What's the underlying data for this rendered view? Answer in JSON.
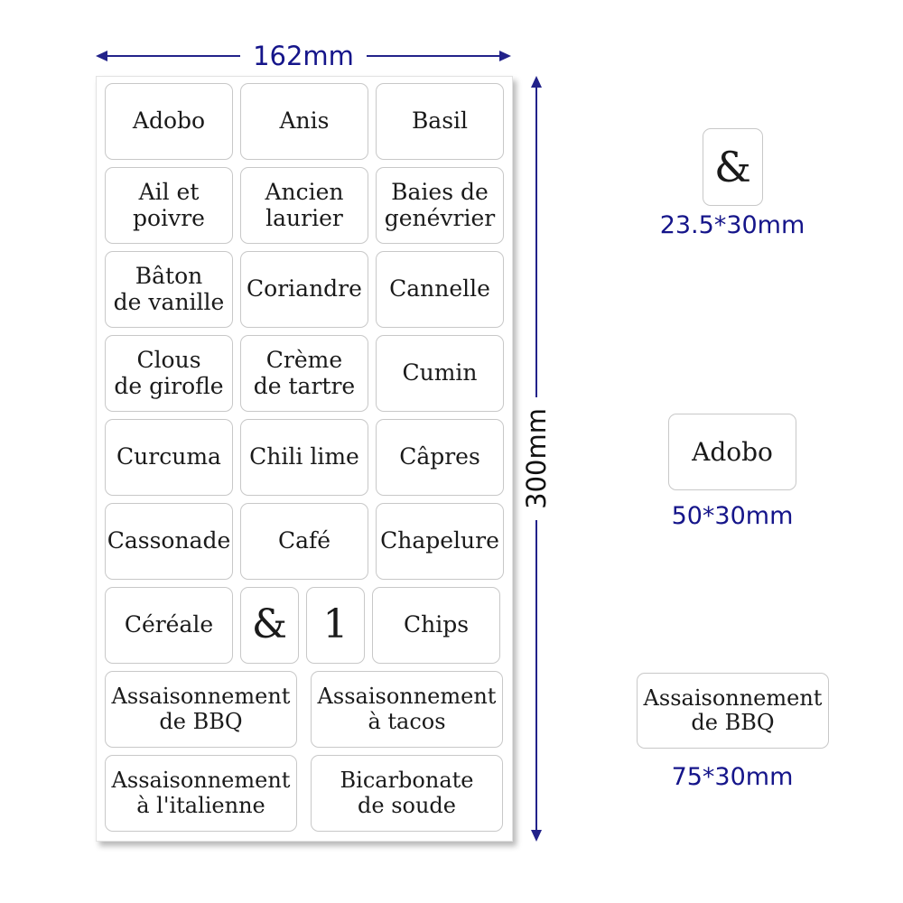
{
  "colors": {
    "dimension_accent": "#22228a",
    "width_text": "#15158a",
    "height_text": "#111111",
    "label_text": "#1a1a1a",
    "label_border": "#c8c8c8",
    "sheet_background": "#ffffff"
  },
  "dimensions": {
    "width": "162mm",
    "height": "300mm"
  },
  "sheet": {
    "rows": [
      {
        "cells": [
          {
            "text": "Adobo"
          },
          {
            "text": "Anis"
          },
          {
            "text": "Basil"
          }
        ]
      },
      {
        "cells": [
          {
            "text": "Ail et\npoivre"
          },
          {
            "text": "Ancien\nlaurier"
          },
          {
            "text": "Baies de\ngenévrier"
          }
        ]
      },
      {
        "cells": [
          {
            "text": "Bâton\nde vanille"
          },
          {
            "text": "Coriandre"
          },
          {
            "text": "Cannelle"
          }
        ]
      },
      {
        "cells": [
          {
            "text": "Clous\nde girofle"
          },
          {
            "text": "Crème\nde tartre"
          },
          {
            "text": "Cumin"
          }
        ]
      },
      {
        "cells": [
          {
            "text": "Curcuma"
          },
          {
            "text": "Chili lime"
          },
          {
            "text": "Câpres"
          }
        ]
      },
      {
        "cells": [
          {
            "text": "Cassonade"
          },
          {
            "text": "Café"
          },
          {
            "text": "Chapelure"
          }
        ]
      },
      {
        "cells": [
          {
            "text": "Céréale"
          },
          {
            "text": "&"
          },
          {
            "text": "1"
          },
          {
            "text": "Chips"
          }
        ]
      },
      {
        "cells": [
          {
            "text": "Assaisonnement\nde BBQ"
          },
          {
            "text": "Assaisonnement\nà tacos"
          }
        ]
      },
      {
        "cells": [
          {
            "text": "Assaisonnement\nà l'italienne"
          },
          {
            "text": "Bicarbonate\nde soude"
          }
        ]
      }
    ]
  },
  "samples": {
    "small": {
      "text": "&",
      "size": "23.5*30mm"
    },
    "medium": {
      "text": "Adobo",
      "size": "50*30mm"
    },
    "large": {
      "text": "Assaisonnement\nde BBQ",
      "size": "75*30mm"
    }
  }
}
